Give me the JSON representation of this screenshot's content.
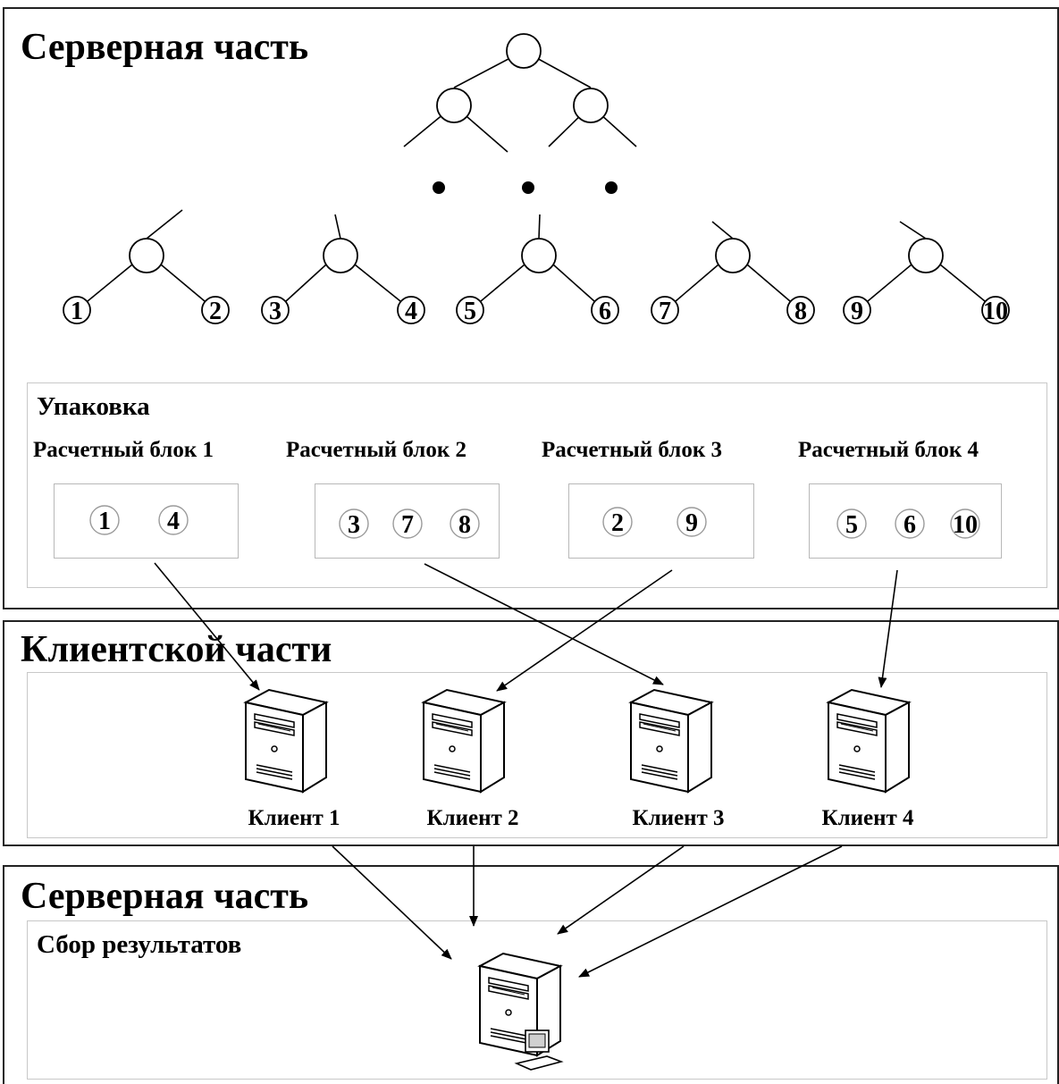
{
  "server_top": {
    "title": "Серверная часть",
    "leaves": [
      "1",
      "2",
      "3",
      "4",
      "5",
      "6",
      "7",
      "8",
      "9",
      "10"
    ],
    "packaging": {
      "title": "Упаковка",
      "blocks": [
        {
          "label": "Расчетный блок 1",
          "items": [
            "1",
            "4"
          ]
        },
        {
          "label": "Расчетный блок 2",
          "items": [
            "3",
            "7",
            "8"
          ]
        },
        {
          "label": "Расчетный блок 3",
          "items": [
            "2",
            "9"
          ]
        },
        {
          "label": "Расчетный блок 4",
          "items": [
            "5",
            "6",
            "10"
          ]
        }
      ]
    }
  },
  "client_part": {
    "title": "Клиентской части",
    "clients": [
      "Клиент 1",
      "Клиент 2",
      "Клиент 3",
      "Клиент 4"
    ]
  },
  "server_bottom": {
    "title": "Серверная часть",
    "collection_title": "Сбор результатов"
  }
}
